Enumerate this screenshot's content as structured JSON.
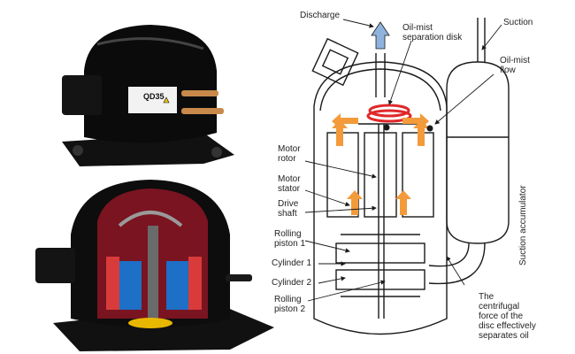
{
  "top_photo": {
    "label_brand": "QD35"
  },
  "diagram": {
    "labels": {
      "discharge": "Discharge",
      "oil_mist_disk": "Oil-mist\nseparation disk",
      "suction": "Suction",
      "oil_mist_flow": "Oil-mist\nflow",
      "motor_rotor": "Motor\nrotor",
      "motor_stator": "Motor\nstator",
      "drive_shaft": "Drive\nshaft",
      "rolling_piston_1": "Rolling\npiston 1",
      "cylinder_1": "Cylinder 1",
      "cylinder_2": "Cylinder 2",
      "rolling_piston_2": "Rolling\npiston 2",
      "suction_accumulator": "Suction accumulator",
      "centrifugal_note": "The\ncentrifugal\nforce of the\ndisc effectively\nseparates oil"
    },
    "colors": {
      "line": "#1a1a1a",
      "arrow_orange": "#f39a3b",
      "disk_red": "#e0282a",
      "discharge_blue": "#8fb3dc"
    }
  }
}
